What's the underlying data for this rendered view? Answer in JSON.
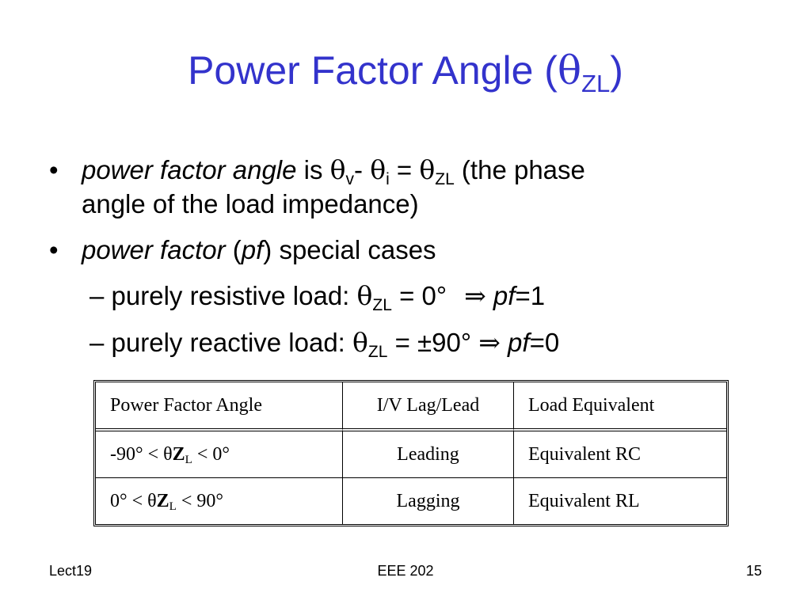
{
  "slide": {
    "title": {
      "main": "Power Factor Angle (",
      "theta": "θ",
      "sub": "ZL",
      "close": ")"
    },
    "bullets": [
      {
        "term": "power factor angle",
        "is": " is ",
        "theta_v": "θ",
        "sub_v": "v",
        "minus": "- ",
        "theta_i": "θ",
        "sub_i": "i",
        "equals": " = ",
        "theta_z": "θ",
        "sub_z": "ZL",
        "rest_line1": " (the phase",
        "rest_line2": "angle of the load impedance)"
      },
      {
        "term": "power factor",
        "open": " (",
        "abbr": "pf",
        "rest": ") special cases"
      }
    ],
    "subbullets": [
      {
        "dash": "–",
        "text": "purely resistive load: ",
        "theta": "θ",
        "sub": "ZL",
        "value": " = 0°",
        "implies": "⇒",
        "pf": "pf",
        "pf_value": "=1"
      },
      {
        "dash": "–",
        "text": "purely reactive load: ",
        "theta": "θ",
        "sub": "ZL",
        "value": " = ±90°",
        "implies": "⇒",
        "pf": "pf",
        "pf_value": "=0"
      }
    ],
    "table": {
      "headers": [
        "Power Factor Angle",
        "I/V Lag/Lead",
        "Load Equivalent"
      ],
      "rows": [
        {
          "angle_pre": "-90° < θ",
          "angle_Z": "Z",
          "angle_L": "L",
          "angle_post": " < 0°",
          "laglead": "Leading",
          "equivalent": "Equivalent RC"
        },
        {
          "angle_pre": "0° < θ",
          "angle_Z": "Z",
          "angle_L": "L",
          "angle_post": " < 90°",
          "laglead": "Lagging",
          "equivalent": "Equivalent RL"
        }
      ]
    },
    "footer": {
      "left": "Lect19",
      "center": "EEE 202",
      "right": "15"
    },
    "colors": {
      "title": "#3333cc",
      "text": "#000000",
      "background": "#ffffff"
    }
  }
}
